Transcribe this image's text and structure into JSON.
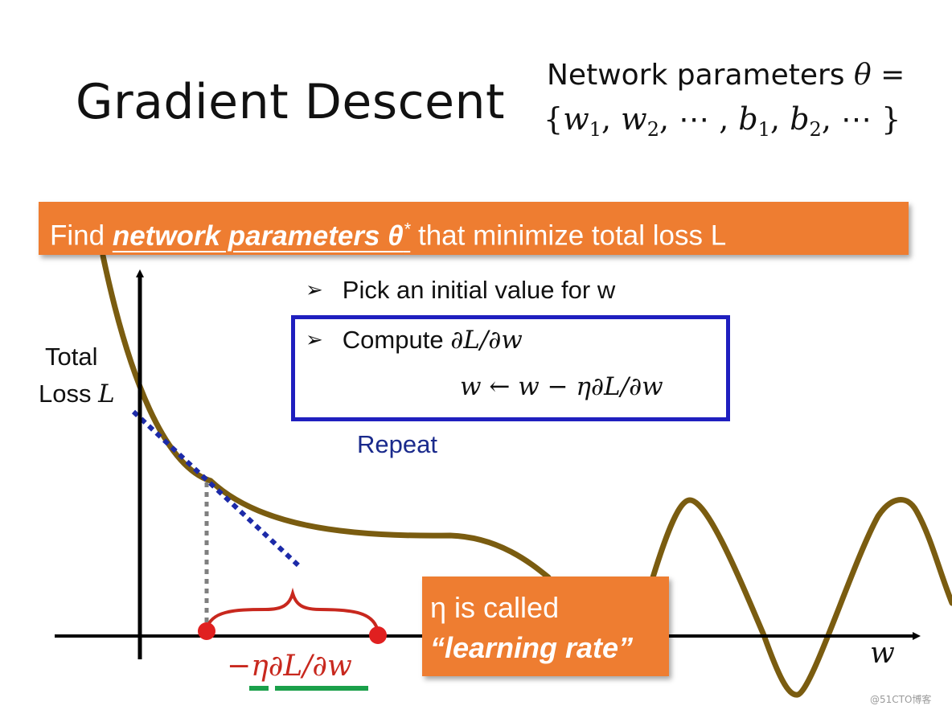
{
  "slide": {
    "title": "Gradient Descent",
    "network_params_line1_text": "Network parameters",
    "network_params_line1_math": "θ =",
    "network_params_open": "{",
    "network_params_w1": "w",
    "network_params_w2": "w",
    "network_params_mid": "⋯ ,",
    "network_params_b1": "b",
    "network_params_b2": "b",
    "network_params_end": "⋯ }",
    "sub1": "1",
    "sub2": "2",
    "banner_prefix": "Find ",
    "banner_emphasis": "network parameters θ",
    "banner_star": "*",
    "banner_suffix": " that minimize total loss L",
    "step1": "Pick an initial value for w",
    "step2_text": "Compute ",
    "step2_math": "∂L/∂w",
    "update_rule": "w ← w − η∂L/∂w",
    "repeat": "Repeat",
    "bullet": "➢",
    "y_label_line1": "Total",
    "y_label_line2_text": "Loss ",
    "y_label_line2_math": "L",
    "x_label": "w",
    "update_step_label": "−η∂L/∂w",
    "callout_line1": "η is called",
    "callout_line2": "“learning rate”",
    "watermark": "@51CTO博客"
  },
  "colors": {
    "accent_orange": "#ee7d31",
    "box_blue": "#1f1fbf",
    "repeat_blue": "#1a2a8c",
    "curve_olive": "#7a5c10",
    "tangent_blue": "#1c2aa8",
    "step_red": "#e02020",
    "underline_green": "#1aa04a"
  }
}
